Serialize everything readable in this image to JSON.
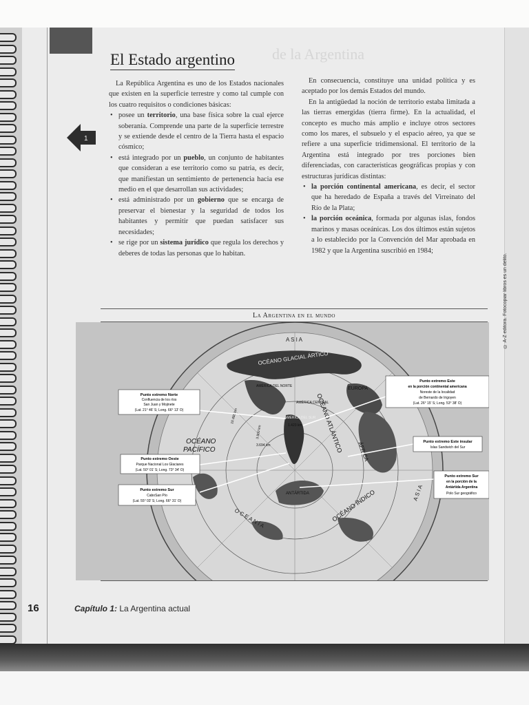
{
  "title": "El Estado argentino",
  "ghost_title": "de la Argentina",
  "left_column": {
    "intro": "La República Argentina es uno de los Estados nacionales que existen en la superficie terrestre y como tal cumple con los cuatro requisitos o condiciones básicas:",
    "bullets": [
      {
        "pre": "posee un ",
        "term": "territorio",
        "post": ", una base física sobre la cual ejerce soberanía. Comprende una parte de la superficie terrestre y se extiende desde el centro de la Tierra hasta el espacio cósmico;"
      },
      {
        "pre": "está integrado por un ",
        "term": "pueblo",
        "post": ", un conjunto de habitantes que consideran a ese territorio como su patria, es decir, que manifiestan un sentimiento de pertenencia hacia ese medio en el que desarrollan sus actividades;"
      },
      {
        "pre": "está administrado por un ",
        "term": "gobierno",
        "post": " que se encarga de preservar el bienestar y la seguridad de todos los habitantes y permitir que puedan satisfacer sus necesidades;"
      },
      {
        "pre": "se rige por un ",
        "term": "sistema jurídico",
        "post": " que regula los derechos y deberes de todas las personas que lo habitan."
      }
    ]
  },
  "right_column": {
    "p1": "En consecuencia, constituye una unidad política y es aceptado por los demás Estados del mundo.",
    "p2": "En la antigüedad la noción de territorio estaba limitada a las tierras emergidas (tierra firme). En la actualidad, el concepto es mucho más amplio e incluye otros sectores como los mares, el subsuelo y el espacio aéreo, ya que se refiere a una superficie tridimensional. El territorio de la Argentina está integrado por tres porciones bien diferenciadas, con características geográficas propias y con estructuras jurídicas distintas:",
    "bullets": [
      {
        "term": "la porción continental americana",
        "post": ", es decir, el sector que ha heredado de España a través del Virreinato del Río de la Plata;"
      },
      {
        "term": "la porción oceánica",
        "post": ", formada por algunas islas, fondos marinos y masas oceánicas. Los dos últimos están sujetos a lo establecido por la Convención del Mar aprobada en 1982 y que la Argentina suscribió en 1984;"
      }
    ]
  },
  "arrow_label": "1",
  "map": {
    "title": "La Argentina en el mundo",
    "labels": {
      "asia": "A S I A",
      "glacial": "OCÉANO GLACIAL ÁRTICO",
      "america_norte": "AMÉRICA DEL NORTE",
      "america_central": "AMÉRICA CENTRAL",
      "america_sur": "AMÉRICA DEL SUR",
      "europa": "EUROPA",
      "africa": "ÁFRICA",
      "atlantico": "OCÉANO ATLÁNTICO",
      "pacifico_1": "OCÉANO",
      "pacifico_2": "PACÍFICO",
      "indico": "OCÉANO ÍNDICO",
      "antartida": "ANTÁRTIDA",
      "oceania": "O C E A N Í A",
      "asia2": "A S I A",
      "dist_a": "3.694 km",
      "dist_b": "1.423 km",
      "dist_c": "3.900 km",
      "dist_d": "10.488 km"
    },
    "callouts": {
      "norte": {
        "title": "Punto extremo Norte",
        "l1": "Confluencia de los ríos",
        "l2": "San Juan y Mojinete",
        "l3": "(Lat. 21° 46' S; Long. 66° 13' O)"
      },
      "oeste": {
        "title": "Punto extremo Oeste",
        "l1": "Parque Nacional Los Glaciares",
        "l2": "(Lat. 50° 01' S; Long. 73° 34' O)"
      },
      "sur": {
        "title": "Punto extremo Sur",
        "l1": "CaboSan Pío",
        "l2": "(Lat. 55° 03' S; Long. 66° 31' O)"
      },
      "este": {
        "title": "Punto extremo Este",
        "l1": "en la porción continental americana",
        "l2": "Noreste de la localidad",
        "l3": "de Bernardo de Irigoyen",
        "l4": "(Lat. 26° 15' S; Long. 53° 38' O)"
      },
      "este_insular": {
        "title": "Punto extremo Este insular",
        "l1": "Islas Sandwich del Sur"
      },
      "sur_ant": {
        "title": "Punto extremo Sur",
        "l1": "en la porción de la",
        "l2": "Antártida Argentina",
        "l3": "Polo Sur geográfico"
      }
    }
  },
  "side_note": "© A-Z editora. Fotocopiar libros es un delito.",
  "footer": {
    "page_number": "16",
    "chapter": "Capítulo 1:",
    "chapter_title": "La Argentina actual"
  }
}
